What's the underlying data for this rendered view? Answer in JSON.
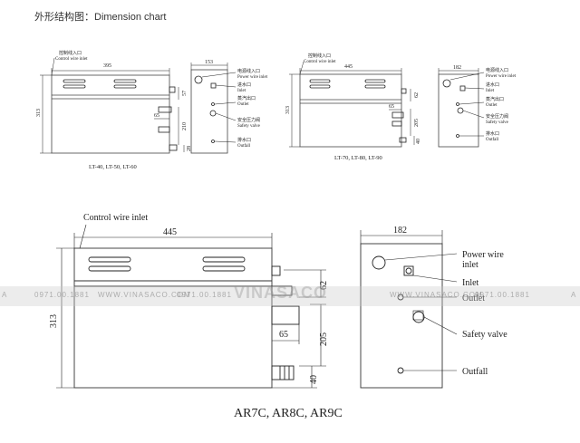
{
  "header": {
    "title": "外形结构图：Dimension chart"
  },
  "small_diagram_1": {
    "control_cn": "控制线入口",
    "control_en": "Control wire inlet",
    "width": "395",
    "height": "313",
    "side_width": "153",
    "dim_57": "57",
    "dim_65": "65",
    "dim_210": "210",
    "dim_28": "28",
    "power_cn": "电源线入口",
    "power_en": "Power wire inlet",
    "inlet_cn": "进水口",
    "inlet_en": "Inlet",
    "outlet_cn": "蒸汽出口",
    "outlet_en": "Outlet",
    "safety_cn": "安全压力阀",
    "safety_en": "Safety valve",
    "outfall_cn": "排水口",
    "outfall_en": "Outfall",
    "models": "LT-40, LT-50, LT-60"
  },
  "small_diagram_2": {
    "control_cn": "控制线入口",
    "control_en": "Control wire inlet",
    "width": "445",
    "height": "313",
    "side_width": "182",
    "dim_62": "62",
    "dim_65": "65",
    "dim_205": "205",
    "dim_40": "40",
    "power_cn": "电源线入口",
    "power_en": "Power wire inlet",
    "inlet_cn": "进水口",
    "inlet_en": "Inlet",
    "outlet_cn": "蒸汽出口",
    "outlet_en": "Outlet",
    "safety_cn": "安全压力阀",
    "safety_en": "Safety valve",
    "outfall_cn": "排水口",
    "outfall_en": "Outfall",
    "models": "LT-70, LT-80, LT-90"
  },
  "large_diagram": {
    "control": "Control wire inlet",
    "width": "445",
    "height": "313",
    "side_width": "182",
    "dim_62": "62",
    "dim_65": "65",
    "dim_205": "205",
    "dim_40": "40",
    "power_line1": "Power wire",
    "power_line2": "inlet",
    "inlet": "Inlet",
    "outlet": "Outlet",
    "safety": "Safety valve",
    "outfall": "Outfall",
    "models": "AR7C, AR8C, AR9C"
  },
  "watermark": {
    "phone": "0971.00.1881",
    "site": "WWW.VINASACO.COM",
    "logo": "VINASACO",
    "edge_left": "A",
    "edge_right": "A"
  }
}
